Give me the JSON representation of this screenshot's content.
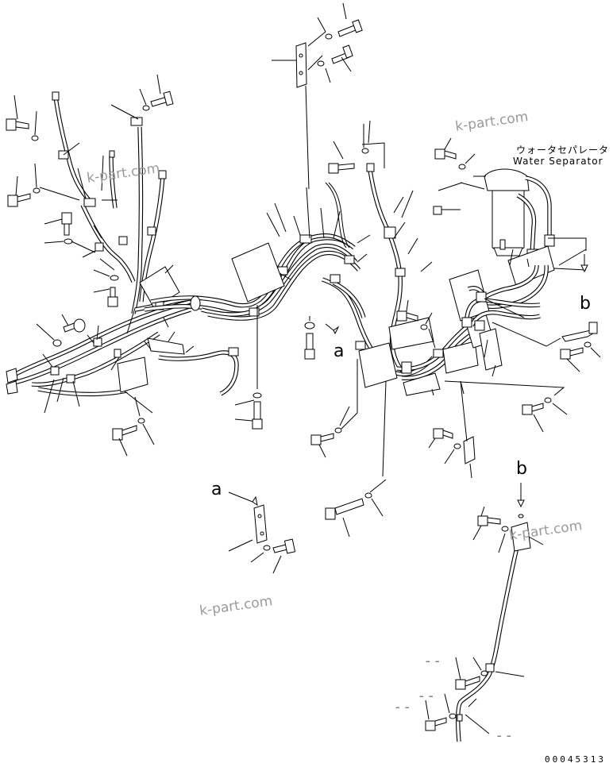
{
  "labels": {
    "water_separator_jp": "ウォータセパレータ",
    "water_separator_en": "Water Separator",
    "ref_a": "a",
    "ref_b": "b",
    "part_number": "00045313",
    "watermark": "k-part.com",
    "dash": "–"
  }
}
